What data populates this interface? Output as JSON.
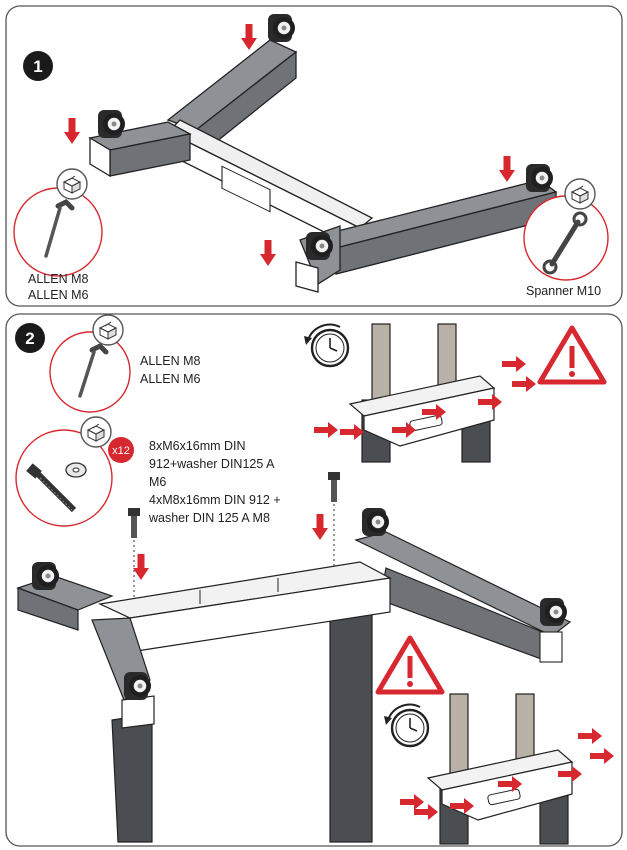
{
  "steps": [
    {
      "number": "1"
    },
    {
      "number": "2"
    }
  ],
  "step1": {
    "tool_left": {
      "line1": "ALLEN M8",
      "line2": "ALLEN M6",
      "icon": "allen-key-icon"
    },
    "tool_right": {
      "label": "Spanner M10",
      "icon": "spanner-icon"
    }
  },
  "step2": {
    "tool_allen": {
      "line1": "ALLEN M8",
      "line2": "ALLEN M6",
      "icon": "allen-key-icon"
    },
    "hardware": {
      "count_badge": "x12",
      "lines": [
        "8xM6x16mm DIN",
        "912+washer DIN125 A",
        "M6",
        "4xM8x16mm DIN 912 +",
        "washer DIN 125 A M8"
      ],
      "icon": "bolt-washer-icon"
    }
  },
  "colors": {
    "accent_red": "#d7282f",
    "frame_gray": "#8e9196",
    "dark_gray": "#505358",
    "border": "#555555"
  }
}
